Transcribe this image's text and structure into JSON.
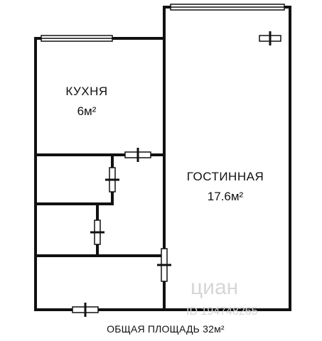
{
  "rooms": {
    "kitchen": {
      "name": "КУХНЯ",
      "area": "6м²"
    },
    "living": {
      "name": "ГОСТИННАЯ",
      "area": "17.6м²"
    }
  },
  "total_area": "ОБЩАЯ ПЛОЩАДЬ 32м²",
  "watermark": {
    "brand": "циан",
    "id": "ID 194748265"
  },
  "colors": {
    "wall": "#111111",
    "background": "#ffffff",
    "watermark": "#d6d6d6"
  }
}
